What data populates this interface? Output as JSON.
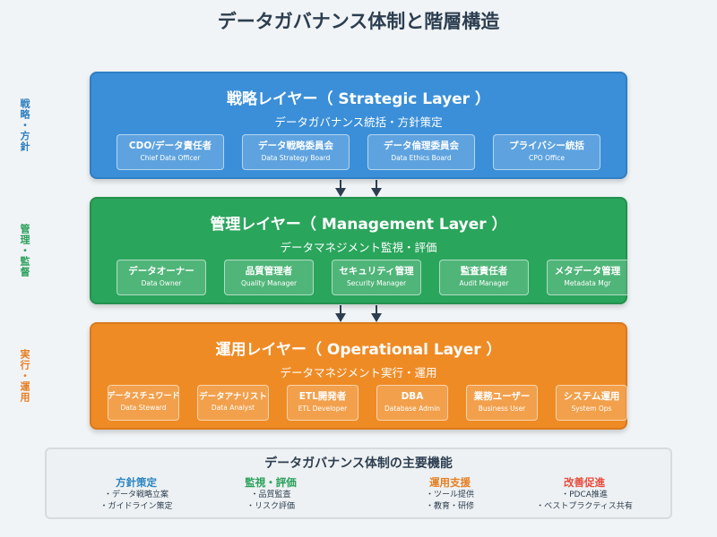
{
  "title": "データガバナンス体制と階層構造",
  "colors": {
    "strategic": "#3d8fd6",
    "management": "#2aa35b",
    "operational": "#ee8a24",
    "text": "#2c3e50"
  },
  "side_labels": {
    "strategic": "戦略・方針",
    "management": "管理・監督",
    "operational": "実行・運用"
  },
  "layers": {
    "strategic": {
      "title": "戦略レイヤー（ Strategic Layer ）",
      "subtitle": "データガバナンス統括・方針策定",
      "boxes": [
        {
          "main": "CDO/データ責任者",
          "sub": "Chief Data Officer"
        },
        {
          "main": "データ戦略委員会",
          "sub": "Data Strategy Board"
        },
        {
          "main": "データ倫理委員会",
          "sub": "Data Ethics Board"
        },
        {
          "main": "プライバシー統括",
          "sub": "CPO Office"
        }
      ]
    },
    "management": {
      "title": "管理レイヤー（ Management Layer ）",
      "subtitle": "データマネジメント監視・評価",
      "boxes": [
        {
          "main": "データオーナー",
          "sub": "Data Owner"
        },
        {
          "main": "品質管理者",
          "sub": "Quality Manager"
        },
        {
          "main": "セキュリティ管理",
          "sub": "Security Manager"
        },
        {
          "main": "監査責任者",
          "sub": "Audit Manager"
        },
        {
          "main": "メタデータ管理",
          "sub": "Metadata Mgr"
        }
      ]
    },
    "operational": {
      "title": "運用レイヤー（ Operational Layer ）",
      "subtitle": "データマネジメント実行・運用",
      "boxes": [
        {
          "main": "データスチュワード",
          "sub": "Data Steward"
        },
        {
          "main": "データアナリスト",
          "sub": "Data Analyst"
        },
        {
          "main": "ETL開発者",
          "sub": "ETL Developer"
        },
        {
          "main": "DBA",
          "sub": "Database Admin"
        },
        {
          "main": "業務ユーザー",
          "sub": "Business User"
        },
        {
          "main": "システム運用",
          "sub": "System Ops"
        }
      ]
    }
  },
  "functions": {
    "title": "データガバナンス体制の主要機能",
    "items": [
      {
        "title": "方針策定",
        "color": "#2e86c1",
        "points": [
          "・データ戦略立案",
          "・ガイドライン策定"
        ]
      },
      {
        "title": "監視・評価",
        "color": "#28a05a",
        "points": [
          "・品質監査",
          "・リスク評価"
        ]
      },
      {
        "title": "運用支援",
        "color": "#e67e22",
        "points": [
          "・ツール提供",
          "・教育・研修"
        ]
      },
      {
        "title": "改善促進",
        "color": "#e74c3c",
        "points": [
          "・PDCA推進",
          "・ベストプラクティス共有"
        ]
      }
    ]
  }
}
